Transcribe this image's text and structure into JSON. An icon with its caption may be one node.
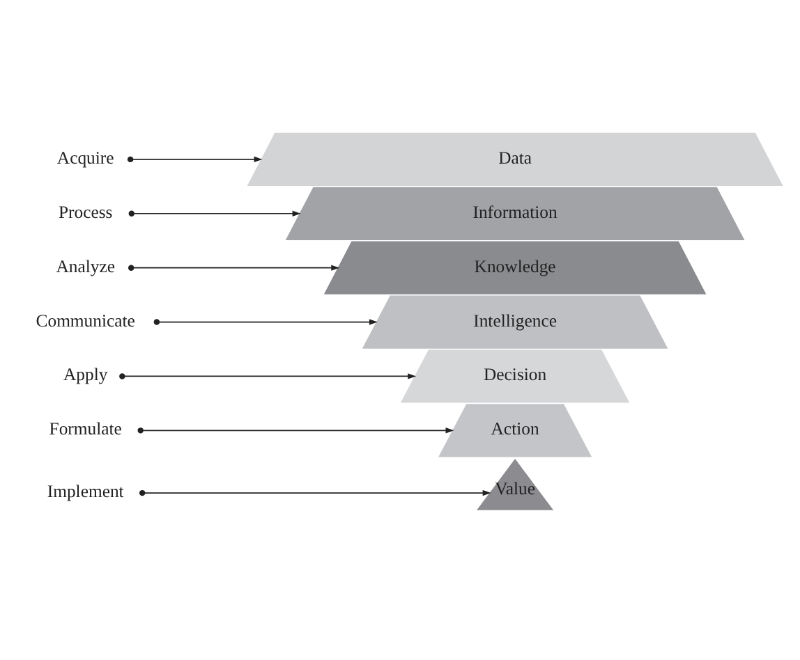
{
  "diagram": {
    "nodes": [
      {
        "text": [
          "Implement"
        ]
      },
      {
        "text": [
          "Value"
        ]
      },
      {
        "text": [
          "Formulate"
        ]
      },
      {
        "text": [
          "Action"
        ]
      },
      {
        "text": [
          "Apply"
        ]
      },
      {
        "text": [
          "Decision"
        ]
      },
      {
        "text": [
          "Communicate"
        ]
      },
      {
        "text": [
          "Intelligence"
        ]
      },
      {
        "text": [
          "Analyze"
        ]
      },
      {
        "text": [
          "Knowledge"
        ]
      },
      {
        "text": [
          "Process"
        ]
      },
      {
        "text": [
          "Information"
        ]
      },
      {
        "text": [
          "Acquire"
        ]
      },
      {
        "text": [
          "Data"
        ]
      }
    ],
    "edges": [
      {
        "from": 0,
        "to": 1,
        "arrow": "to"
      },
      {
        "from": 2,
        "to": 3,
        "arrow": "to"
      },
      {
        "from": 4,
        "to": 5,
        "arrow": "to"
      },
      {
        "from": 6,
        "to": 7,
        "arrow": "to"
      },
      {
        "from": 8,
        "to": 9,
        "arrow": "to"
      },
      {
        "from": 10,
        "to": 11,
        "arrow": "to"
      },
      {
        "from": 12,
        "to": 13,
        "arrow": "to"
      }
    ]
  }
}
